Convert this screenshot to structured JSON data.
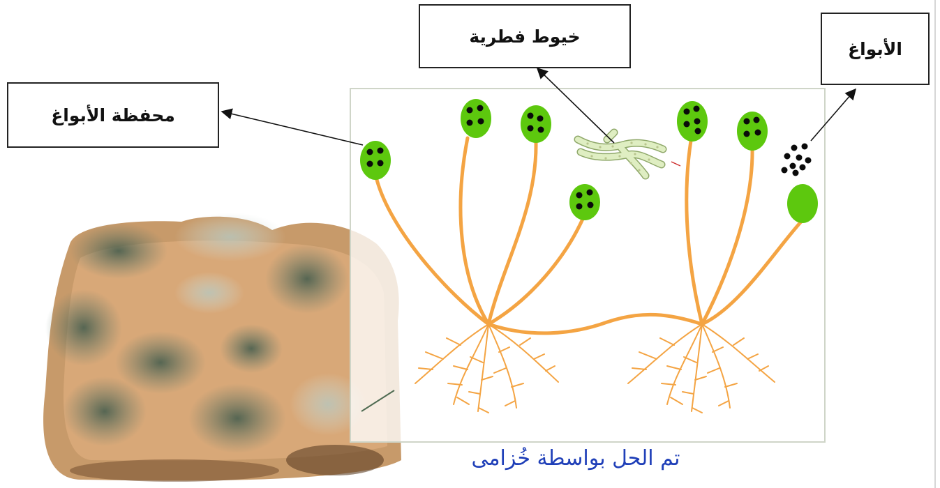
{
  "labels": {
    "sporangium": "محفظة الأبواغ",
    "hyphae": "خيوط فطرية",
    "spores": "الأبواغ"
  },
  "credit": "تم الحل بواسطة خُزامى",
  "colors": {
    "stalk": "#f4a443",
    "sporangium": "#5dc80e",
    "spore": "#0a0a0a",
    "credit_text": "#1f3fb8",
    "hypha_fill": "#dfeec2"
  }
}
